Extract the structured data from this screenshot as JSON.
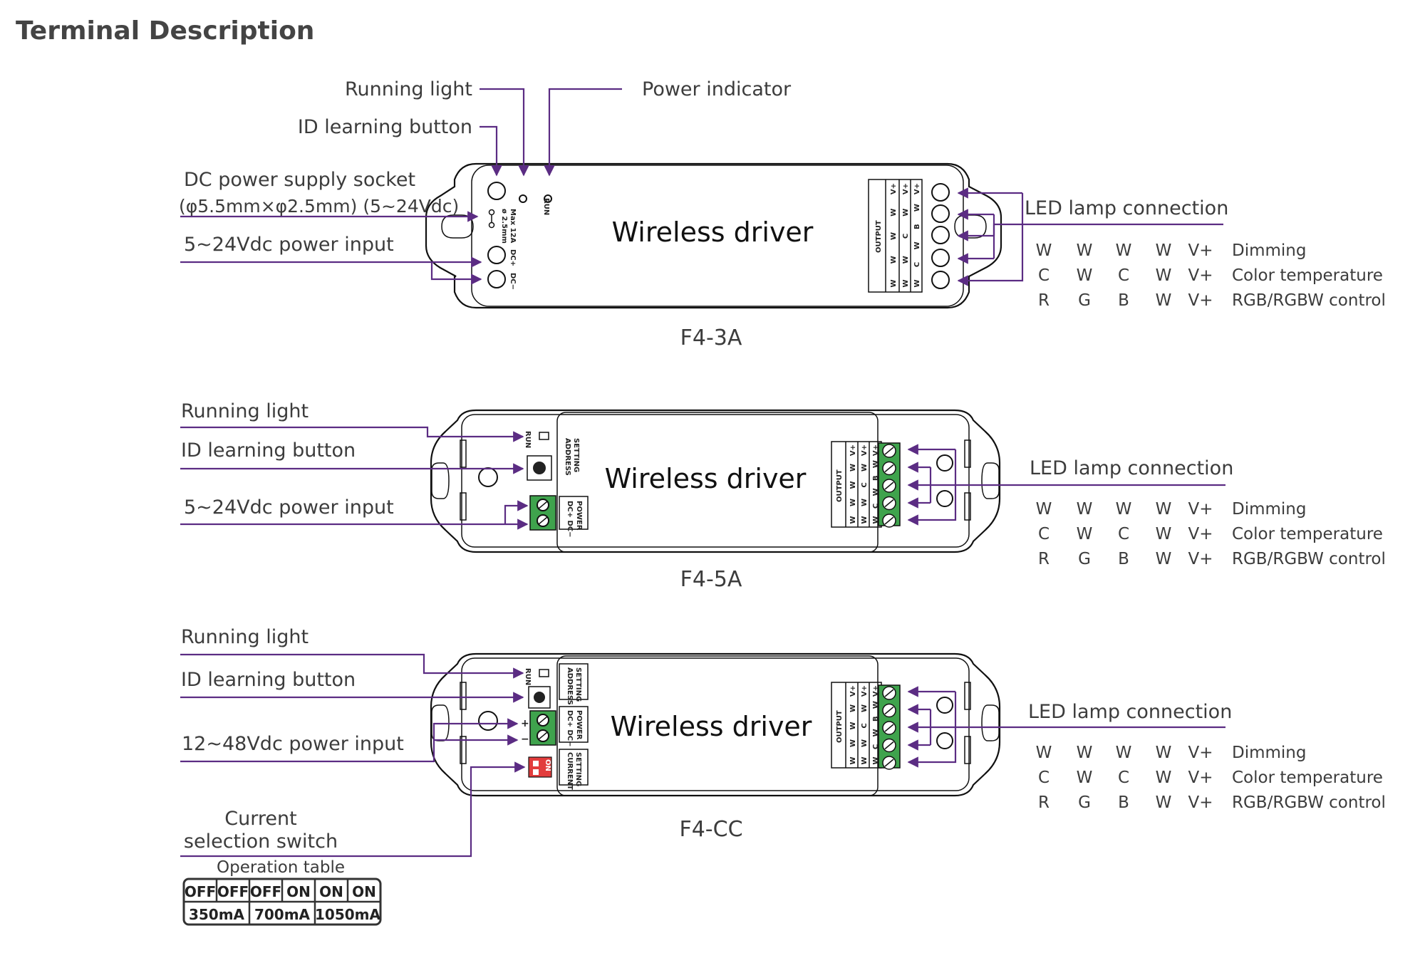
{
  "title": "Terminal Description",
  "colors": {
    "leader": "#5b2c83",
    "terminal_green": "#3fa34d",
    "dip_red": "#e23c3c",
    "text": "#3c3c3c"
  },
  "device_label": "Wireless driver",
  "terminal_table_header": "OUTPUT",
  "terminal_columns": [
    [
      "W",
      "W",
      "W",
      "W",
      "V+"
    ],
    [
      "W",
      "W",
      "C",
      "W",
      "V+"
    ],
    [
      "W",
      "C",
      "W",
      "B",
      "W",
      "V+"
    ]
  ],
  "modes": [
    {
      "cols": [
        "W",
        "W",
        "W",
        "W",
        "V+"
      ],
      "label": "Dimming"
    },
    {
      "cols": [
        "C",
        "W",
        "C",
        "W",
        "V+"
      ],
      "label": "Color temperature"
    },
    {
      "cols": [
        "R",
        "G",
        "B",
        "W",
        "V+"
      ],
      "label": "RGB/RGBW control"
    }
  ],
  "led_label": "LED lamp connection",
  "running_light": "Running light",
  "id_button": "ID learning button",
  "models": [
    {
      "name": "F4-3A",
      "power_indicator": "Power indicator",
      "dc_socket": "DC power supply socket",
      "dc_socket_spec": "(φ5.5mm×φ2.5mm) (5~24Vdc)",
      "power_input": "5~24Vdc power input",
      "panel_text": {
        "run": "RUN",
        "max": "Max 12A",
        "dia": "ø 2.5mm",
        "dcplus": "DC+",
        "dcminus": "DC−"
      }
    },
    {
      "name": "F4-5A",
      "power_input": "5~24Vdc power input",
      "panel_text": {
        "run": "RUN",
        "address": "ADDRESS",
        "setting": "SETTING",
        "power": "POWER",
        "dcpm": "DC+ DC−"
      }
    },
    {
      "name": "F4-CC",
      "power_input": "12~48Vdc power input",
      "current_switch": [
        "Current",
        "selection switch"
      ],
      "panel_text": {
        "run": "RUN",
        "address": "ADDRESS",
        "setting": "SETTING",
        "power": "POWER",
        "dcpm": "DC+ DC−",
        "current": "CURRENT",
        "on": "ON",
        "plus": "+",
        "minus": "−"
      },
      "operation_table": {
        "title": "Operation table",
        "switch_states": [
          "OFF",
          "OFF",
          "OFF",
          "ON",
          "ON",
          "ON"
        ],
        "currents": [
          "350mA",
          "700mA",
          "1050mA"
        ]
      }
    }
  ]
}
